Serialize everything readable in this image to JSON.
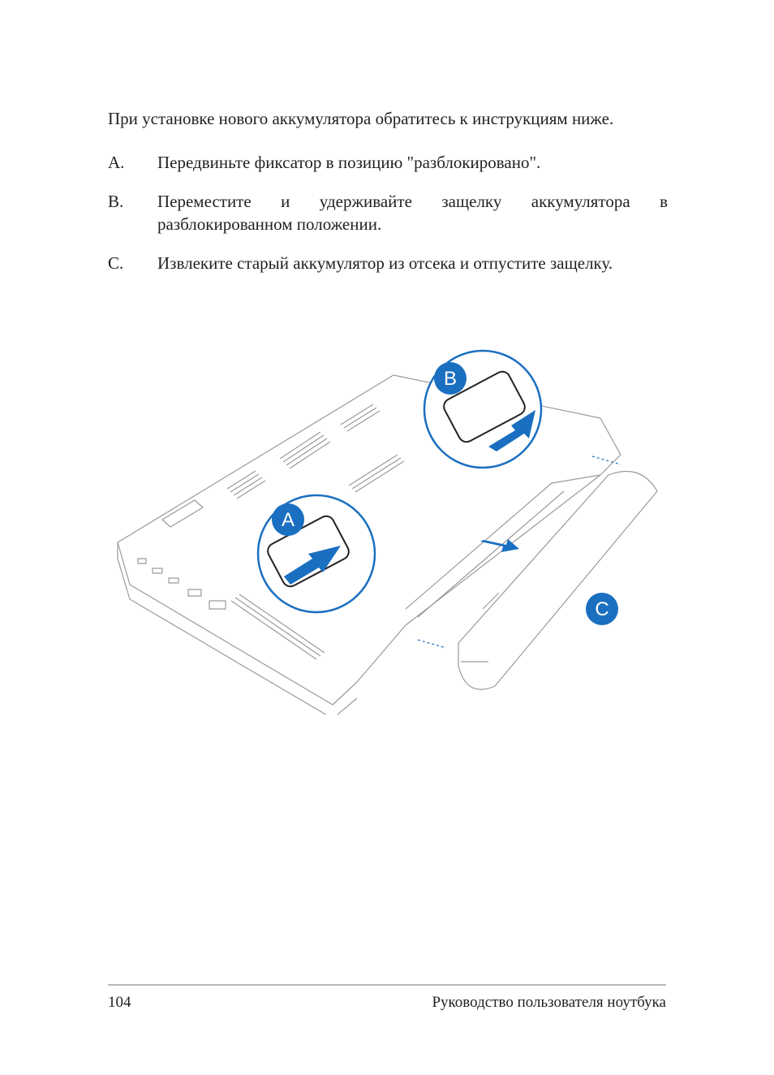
{
  "intro": "При установке нового аккумулятора обратитесь к инструкциям ниже.",
  "steps": [
    {
      "letter": "A.",
      "text": "Передвиньте фиксатор в позицию \"разблокировано\"."
    },
    {
      "letter": "B.",
      "text": "Переместите и удерживайте защелку аккумулятора в разблокированном положении."
    },
    {
      "letter": "C.",
      "text": "Извлеките старый аккумулятор из отсека и отпустите защелку."
    }
  ],
  "figure": {
    "callouts": [
      "A",
      "B",
      "C"
    ],
    "accent_color": "#1a6fc0",
    "line_color": "#9a9a9a"
  },
  "footer": {
    "page_number": "104",
    "title": "Руководство пользователя ноутбука"
  }
}
